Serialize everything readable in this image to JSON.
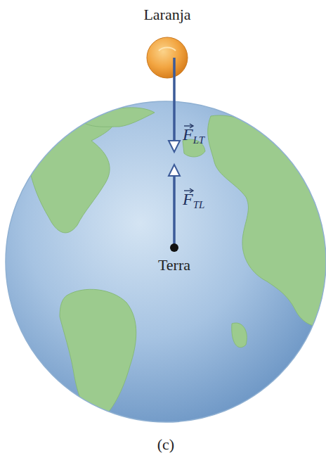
{
  "diagram": {
    "caption": "(c)",
    "labels": [
      "Laranja",
      "Terra",
      "FLT",
      "FTL"
    ]
  }
}
